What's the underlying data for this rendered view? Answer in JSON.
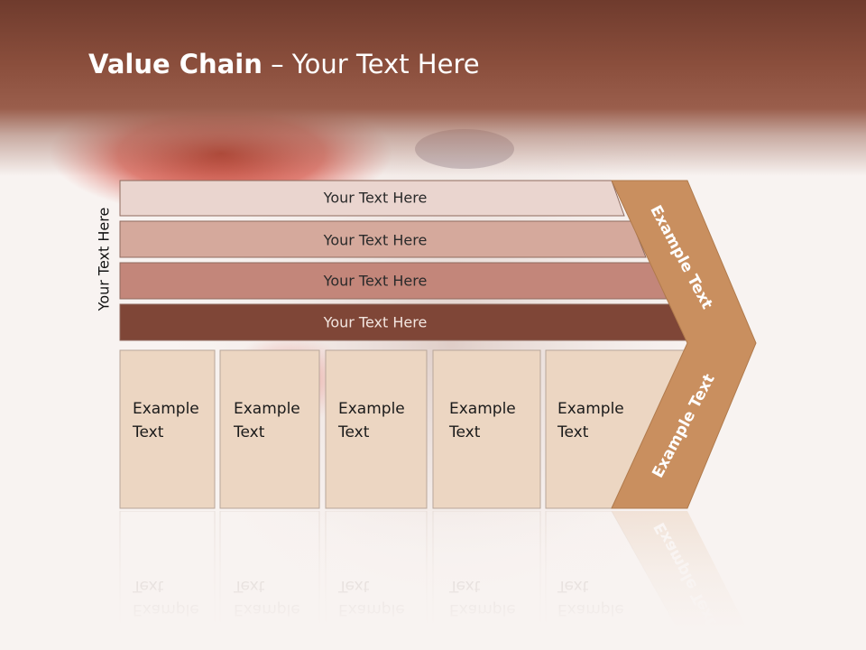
{
  "title": {
    "bold": "Value Chain",
    "rest": " – Your Text Here"
  },
  "side_label": "Your Text Here",
  "bars": [
    {
      "label": "Your Text Here",
      "color": "#ead5cf",
      "text_color": "#2a2a2a"
    },
    {
      "label": "Your Text Here",
      "color": "#d5a99c",
      "text_color": "#2a2a2a"
    },
    {
      "label": "Your Text Here",
      "color": "#c3867a",
      "text_color": "#2a2a2a"
    },
    {
      "label": "Your Text Here",
      "color": "#7f4637",
      "text_color": "#f3e6e0"
    }
  ],
  "columns": [
    {
      "line1": "Example",
      "line2": "Text"
    },
    {
      "line1": "Example",
      "line2": "Text"
    },
    {
      "line1": "Example",
      "line2": "Text"
    },
    {
      "line1": "Example",
      "line2": "Text"
    },
    {
      "line1": "Example",
      "line2": "Text"
    }
  ],
  "chevron": {
    "top_label": "Example Text",
    "bottom_label": "Example Text",
    "color": "#c98f5f"
  },
  "colors": {
    "header": "#7a4434",
    "column_fill": "#ecd6c2",
    "column_border": "#b8a699"
  }
}
